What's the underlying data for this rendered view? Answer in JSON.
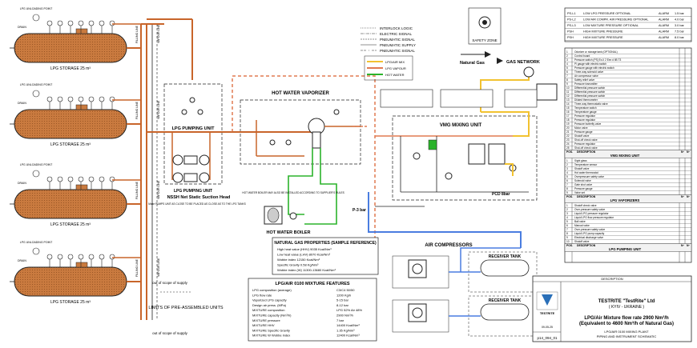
{
  "tanks": [
    {
      "label": "LPG STORAGE 25 m³",
      "fill_label": "FILLING LINE",
      "vapour_label": "VAPOUR LINE"
    },
    {
      "label": "LPG STORAGE 25 m³",
      "fill_label": "FILLING LINE",
      "vapour_label": "VAPOUR LINE"
    },
    {
      "label": "LPG STORAGE 25 m³",
      "fill_label": "FILLING LINE",
      "vapour_label": "VAPOUR LINE"
    },
    {
      "label": "LPG STORAGE 25 m³",
      "fill_label": "FILLING LINE",
      "vapour_label": "VAPOUR LINE"
    }
  ],
  "unloading_label": "LPG UNLOADING POINT",
  "drain_label": "DRAIN",
  "units": {
    "pumping": "LPG PUMPING UNIT",
    "pumping_lower": "LPG PUMPING UNIT",
    "npsh": "NSSH Net Static Suction Head",
    "npsh_note": "Make PUMPS UNIT AS CLOSE TO BE PLACED AS CLOSE AS TO THE LPG TANKS",
    "vaporizer": "HOT WATER VAPORIZER",
    "mixing": "VMG MIXING UNIT",
    "boiler": "HOT WATER BOILER",
    "boiler_note": "HOT WATER BOILER MAY ALSO BE INSTALLED ACCORDING TO SUPPLIER'S RULES",
    "compressors": "AIR COMPRESSORS",
    "receiver": "RECEIVER TANK",
    "pressure_label": "P-3 bar",
    "pcd_label": "PCD 8bar",
    "safety_label": "SAFETY ZONE",
    "gas_network": "GAS NETWORK",
    "natural_gas": "Natural Gas",
    "limits": "LIMITS OF PRE-ASSEMBLED UNITS",
    "scope_top": "out of scope of supply",
    "scope_bottom": "out of scope of supply"
  },
  "legend": {
    "lines": [
      "INTERLOCK LOGIC",
      "ELECTRIC SIGNAL",
      "PNEUMATIC SIGNAL",
      "PNEUMATIC SUPPLY",
      "PNEUMATIC SIGNAL"
    ],
    "pipes": [
      "LPG/AIR MIX",
      "LPG VAPOUR",
      "HOT WATER"
    ]
  },
  "ng_box": {
    "title": "NATURAL GAS PROPERTIES (SAMPLE REFERENCE)",
    "rows": [
      "High heat value (HHV) 9035 Kcal/Nm³",
      "Low heat value (LHV) 8070 Kcal/Nm³",
      "Wobbe index 12150 Kcal/Nm³",
      "Specific Gravity 0.58 Kg/Nm³",
      "Wobbe index (W) 11300-13680 Kcal/Nm³"
    ]
  },
  "features_box": {
    "title": "LPG/AIR 0100 MIXTURE FEATURES",
    "rows": [
      [
        "LPG composition (average)",
        "C3/C4 50/50"
      ],
      [
        "LPG flow rate",
        "1200 Kg/h"
      ],
      [
        "Vaporized LPG capacity",
        "5-15 bar"
      ],
      [
        "Design air press. (MPa)",
        "8-12 bar"
      ],
      [
        "MIXTURE composition",
        "LPG 52% Air 48%"
      ],
      [
        "MIXTURE capacity (Nm³/h)",
        "2900 Nm³/h"
      ],
      [
        "MIXTURE pressure",
        "7 bar"
      ],
      [
        "MIXTURE HHV",
        "14400 Kcal/Nm³"
      ],
      [
        "MIXTURE Specific Gravity",
        "1.35 Kg/Nm³"
      ],
      [
        "MIXTURE W Wobbe index",
        "12400 Kcal/Nm³"
      ]
    ]
  },
  "alarm_table": {
    "rows": [
      [
        "PS-L1",
        "LOW LPG PRESSURE OPTIONAL",
        "ALARM",
        "1.5 bar"
      ],
      [
        "PS-L2",
        "LOW AIR COMPR. AIR PRESSURE OPTIONAL",
        "ALARM",
        "4.0 bar"
      ],
      [
        "PS-L3",
        "LOW MIXTURE PRESSURE OPTIONAL",
        "ALARM",
        "3.0 bar"
      ],
      [
        "PSH",
        "HIGH MIXTURE PRESSURE",
        "ALARM",
        "7.5 bar"
      ],
      [
        "PSH",
        "HIGH MIXTURE PRESSURE",
        "ALARM",
        "8.0 bar"
      ]
    ]
  },
  "parts_sections": [
    {
      "items": [
        "Odorizer w. storage tank (OPTIONAL)",
        "Control board",
        "Pressure switch (PS) Ex-II 2 Eex d IIB T3",
        "PI gauge with electric switch",
        "Pressure gauge with electric switch",
        "Three-way solenoid valve",
        "Air compressor valve",
        "Safety relief valve",
        "Pressure transmitter",
        "Differential pressure switch",
        "Differential pressure switch",
        "Differential pressure switch",
        "Diluted thermometer",
        "Three-way thermostatic valve",
        "Temperature switch",
        "Temperature gauge",
        "Pressure regulator",
        "Pressure regulator",
        "Pressure butterfly valve",
        "Motor valve",
        "Pressure gauge",
        "Shutoff valve",
        "Shut-off check valve",
        "Pressure regulator",
        "Shut-off check valve"
      ],
      "title": "VMG MIXING UNIT",
      "header": [
        "POS.",
        "DESCRIPTION",
        "Nº",
        "Nº"
      ]
    },
    {
      "items": [
        "Sight glass",
        "Temperature sensor",
        "Shutoff valve",
        "Hot water thermostat",
        "Overpressure safety valve",
        "Solenoid valve",
        "Gate shut valve",
        "Pressure gauge",
        "Valve set"
      ],
      "title": "LPG VAPORIZERS",
      "header": [
        "POS.",
        "DESCRIPTION",
        "Nº",
        "Nº"
      ]
    },
    {
      "items": [
        "Shutoff check valve",
        "Over-pressure safety valve",
        "Liquid LPG pressure regulator",
        "Liquid LPG flow pressure regulator",
        "Ball valve",
        "Manual valve",
        "Over-pressure safety valve",
        "Liquid LPG pump capacity",
        "Electrical discharge valve",
        "Shutoff valve"
      ],
      "title": "LPG PUMPING UNIT",
      "header": [
        "POS.",
        "DESCRIPTION",
        "Nº",
        "Nº"
      ]
    }
  ],
  "title_block": {
    "company": "TESTRITE \"TestRite\" Ltd",
    "city": "( KYIV - UKRAINE )",
    "title1": "LPG/Air Mixture flow rate 2900 Nm³/h",
    "title2": "(Equivalent to 4600 Nm³/h of Natural Gas)",
    "subtitle1": "LPG/AIR 0100 MIXING PLANT",
    "subtitle2": "PIPING AND INSTRUMENT SCHEMATIC",
    "logo": "TESTRITE",
    "date": "09-05-25",
    "drawing_no": "p14_094_01",
    "description_label": "DESCRIPTION"
  },
  "colors": {
    "lpg_liquid": "#c8652a",
    "lpg_tank": "#c97a3f",
    "hot_water": "#2bb32b",
    "air": "#4a7de0",
    "mixture": "#f2c230",
    "vapour_dash": "#e07a50",
    "line": "#222222"
  }
}
